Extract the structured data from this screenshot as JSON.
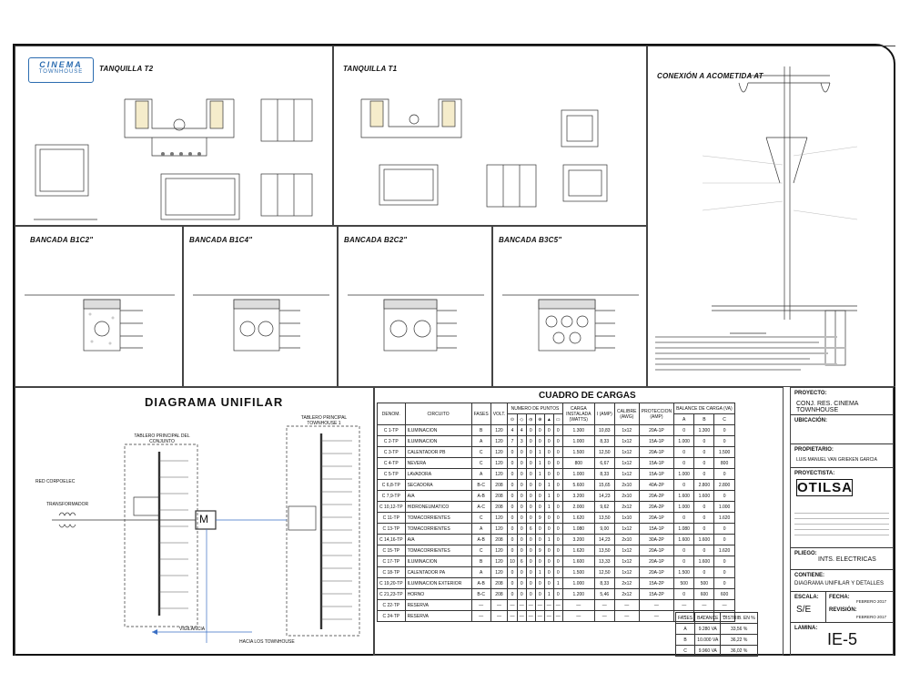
{
  "logo": {
    "line1": "CINEMA",
    "line2": "TOWNHOUSE"
  },
  "panels": {
    "tanquilla_t2": "TANQUILLA T2",
    "tanquilla_t1": "TANQUILLA T1",
    "acometida": "CONEXIÓN A ACOMETIDA AT",
    "bancada_1": "BANCADA B1C2\"",
    "bancada_2": "BANCADA B1C4\"",
    "bancada_3": "BANCADA B2C2\"",
    "bancada_4": "BANCADA B3C5\""
  },
  "diagram": {
    "title": "DIAGRAMA UNIFILAR",
    "tablero_conjunto": "TABLERO PRINCIPAL DEL CONJUNTO",
    "tablero_townhouse": "TABLERO PRINCIPAL TOWNHOUSE 1",
    "red": "RED CORPOELEC",
    "transformador": "TRANSFORMADOR",
    "medidor": "M",
    "vigilancia": "VIGILANCIA",
    "hacia": "HACIA LOS TOWNHOUSE"
  },
  "loads": {
    "title": "CUADRO DE CARGAS",
    "numero_puntos": "NUMERO DE PUNTOS",
    "headers": [
      "DENOM.",
      "CIRCUITO",
      "FASES",
      "VOLT.",
      "CARGA INSTALADA (WATTS)",
      "I (AMP)",
      "CALIBRE (AWG)",
      "PROTECCION (AMP)",
      "BALANCE DE CARGA (VA)"
    ],
    "phase_headers": [
      "A",
      "B",
      "C"
    ],
    "rows": [
      [
        "C 1-TP",
        "ILUMINACION",
        "B",
        "120",
        "4",
        "4",
        "0",
        "0",
        "0",
        "0",
        "1.300",
        "10,83",
        "1x12",
        "20A-1P",
        "0",
        "1.300",
        "0"
      ],
      [
        "C 2-TP",
        "ILUMINACION",
        "A",
        "120",
        "7",
        "3",
        "0",
        "0",
        "0",
        "0",
        "1.000",
        "8,33",
        "1x12",
        "15A-1P",
        "1.000",
        "0",
        "0"
      ],
      [
        "C 3-TP",
        "CALENTADOR PB",
        "C",
        "120",
        "0",
        "0",
        "0",
        "1",
        "0",
        "0",
        "1.500",
        "12,50",
        "1x12",
        "20A-1P",
        "0",
        "0",
        "1.500"
      ],
      [
        "C 4-TP",
        "NEVERA",
        "C",
        "120",
        "0",
        "0",
        "0",
        "1",
        "0",
        "0",
        "800",
        "6,67",
        "1x12",
        "15A-1P",
        "0",
        "0",
        "800"
      ],
      [
        "C 5-TP",
        "LAVADORA",
        "A",
        "120",
        "0",
        "0",
        "0",
        "1",
        "0",
        "0",
        "1.000",
        "8,33",
        "1x12",
        "15A-1P",
        "1.000",
        "0",
        "0"
      ],
      [
        "C 6,8-TP",
        "SECADORA",
        "B-C",
        "208",
        "0",
        "0",
        "0",
        "0",
        "1",
        "0",
        "5.600",
        "15,65",
        "2x10",
        "40A-2P",
        "0",
        "2.800",
        "2.800"
      ],
      [
        "C 7,9-TP",
        "A/A",
        "A-B",
        "208",
        "0",
        "0",
        "0",
        "0",
        "1",
        "0",
        "3.200",
        "14,23",
        "2x10",
        "20A-2P",
        "1.600",
        "1.600",
        "0"
      ],
      [
        "C 10,12-TP",
        "HIDRONEUMATICO",
        "A-C",
        "208",
        "0",
        "0",
        "0",
        "0",
        "1",
        "0",
        "2.000",
        "9,62",
        "2x12",
        "20A-2P",
        "1.000",
        "0",
        "1.000"
      ],
      [
        "C 11-TP",
        "TOMACORRIENTES",
        "C",
        "120",
        "0",
        "0",
        "0",
        "9",
        "0",
        "0",
        "1.620",
        "13,50",
        "1x10",
        "20A-1P",
        "0",
        "0",
        "1.620"
      ],
      [
        "C 13-TP",
        "TOMACORRIENTES",
        "A",
        "120",
        "0",
        "0",
        "6",
        "0",
        "0",
        "0",
        "1.080",
        "9,00",
        "1x12",
        "15A-1P",
        "1.080",
        "0",
        "0"
      ],
      [
        "C 14,16-TP",
        "A/A",
        "A-B",
        "208",
        "0",
        "0",
        "0",
        "0",
        "1",
        "0",
        "3.200",
        "14,23",
        "2x10",
        "30A-2P",
        "1.600",
        "1.600",
        "0"
      ],
      [
        "C 15-TP",
        "TOMACORRIENTES",
        "C",
        "120",
        "0",
        "0",
        "0",
        "9",
        "0",
        "0",
        "1.620",
        "13,50",
        "1x12",
        "20A-1P",
        "0",
        "0",
        "1.620"
      ],
      [
        "C 17-TP",
        "ILUMINACION",
        "B",
        "120",
        "10",
        "6",
        "0",
        "0",
        "0",
        "0",
        "1.600",
        "13,33",
        "1x12",
        "20A-1P",
        "0",
        "1.600",
        "0"
      ],
      [
        "C 18-TP",
        "CALENTADOR PA",
        "A",
        "120",
        "0",
        "0",
        "0",
        "1",
        "0",
        "0",
        "1.500",
        "12,50",
        "1x12",
        "20A-1P",
        "1.500",
        "0",
        "0"
      ],
      [
        "C 19,20-TP",
        "ILUMINACION EXTERIOR",
        "A-B",
        "208",
        "0",
        "0",
        "0",
        "0",
        "0",
        "1",
        "1.000",
        "8,33",
        "2x12",
        "15A-2P",
        "500",
        "500",
        "0"
      ],
      [
        "C 21,23-TP",
        "HORNO",
        "B-C",
        "208",
        "0",
        "0",
        "0",
        "0",
        "1",
        "0",
        "1.200",
        "5,46",
        "2x12",
        "15A-2P",
        "0",
        "600",
        "600"
      ],
      [
        "C 22-TP",
        "RESERVA",
        "—",
        "—",
        "—",
        "—",
        "—",
        "—",
        "—",
        "—",
        "—",
        "—",
        "—",
        "—",
        "—",
        "—",
        "—"
      ],
      [
        "C 24-TP",
        "RESERVA",
        "—",
        "—",
        "—",
        "—",
        "—",
        "—",
        "—",
        "—",
        "—",
        "—",
        "—",
        "—",
        "—",
        "—",
        "—"
      ]
    ],
    "summary_headers": [
      "FASES",
      "BALANCE",
      "DISTRIB. EN %"
    ],
    "summary": [
      [
        "A",
        "9.280 VA",
        "33,56 %"
      ],
      [
        "B",
        "10.000 VA",
        "36,22 %"
      ],
      [
        "C",
        "9.960 VA",
        "36,02 %"
      ]
    ]
  },
  "title_block": {
    "proyecto_label": "PROYECTO:",
    "proyecto": "CONJ. RES. CINEMA TOWNHOUSE",
    "ubicacion_label": "UBICACIÓN:",
    "propietario_label": "PROPIETARIO:",
    "propietario": "LUIS MANUEL VAN GRIEKEN GARCIA",
    "proyectista_label": "PROYECTISTA:",
    "firm": "OTILSA",
    "pliego_label": "PLIEGO:",
    "pliego": "INTS. ELECTRICAS",
    "contiene_label": "CONTIENE:",
    "contiene": "DIAGRAMA UNIFILAR Y DETALLES",
    "escala_label": "ESCALA:",
    "escala": "S/E",
    "fecha_label": "FECHA:",
    "fecha": "FEBRERO 2017",
    "revision_label": "REVISIÓN:",
    "revision": "FEBRERO 2017",
    "lamina_label": "LAMINA:",
    "lamina": "IE-5"
  }
}
